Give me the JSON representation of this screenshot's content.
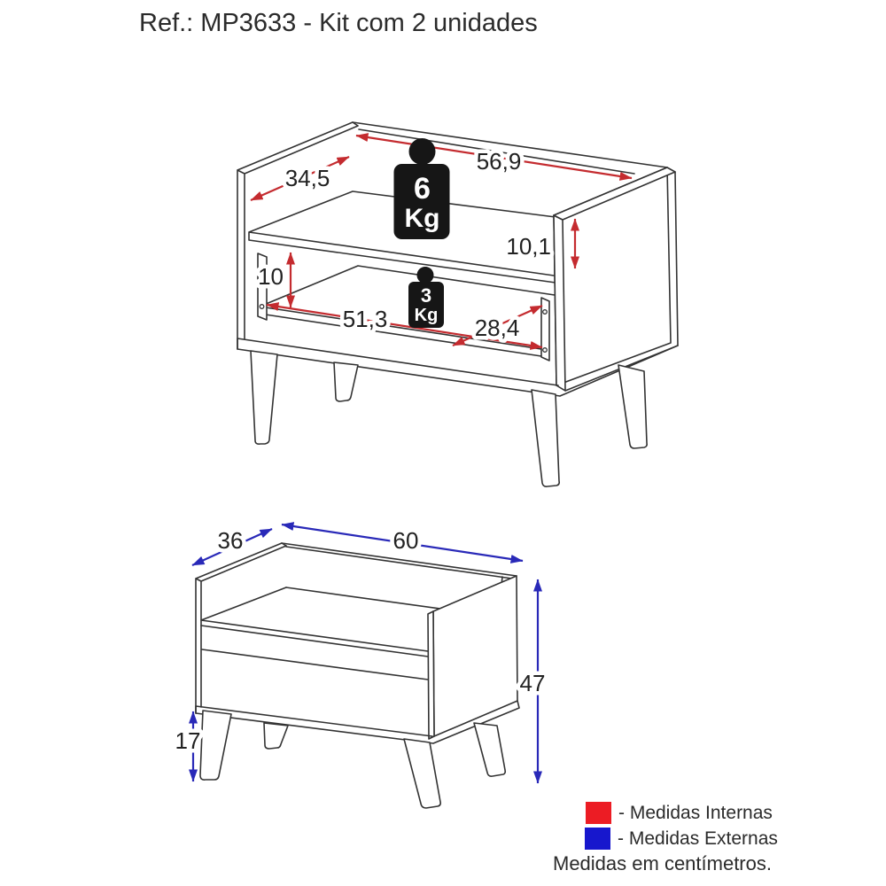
{
  "title": "Ref.: MP3633 - Kit com 2 unidades",
  "colors": {
    "internal": "#ec1c24",
    "external": "#1717cd",
    "internal_arrow": "#c42b2f",
    "external_arrow": "#2929b8"
  },
  "internal_view": {
    "name": "vista de medidas internas",
    "weights": [
      {
        "value": "6",
        "unit": "Kg"
      },
      {
        "value": "3",
        "unit": "Kg"
      }
    ],
    "dimensions": {
      "top_width": "56,9",
      "top_depth": "34,5",
      "niche_height": "10,1",
      "drawer_height": "10",
      "drawer_width": "51,3",
      "drawer_depth": "28,4"
    }
  },
  "external_view": {
    "name": "vista de medidas externas",
    "dimensions": {
      "depth": "36",
      "width": "60",
      "height": "47",
      "leg_height": "17"
    }
  },
  "legend": {
    "internal_label": "- Medidas Internas",
    "external_label": "- Medidas Externas",
    "note": "Medidas em centímetros."
  }
}
